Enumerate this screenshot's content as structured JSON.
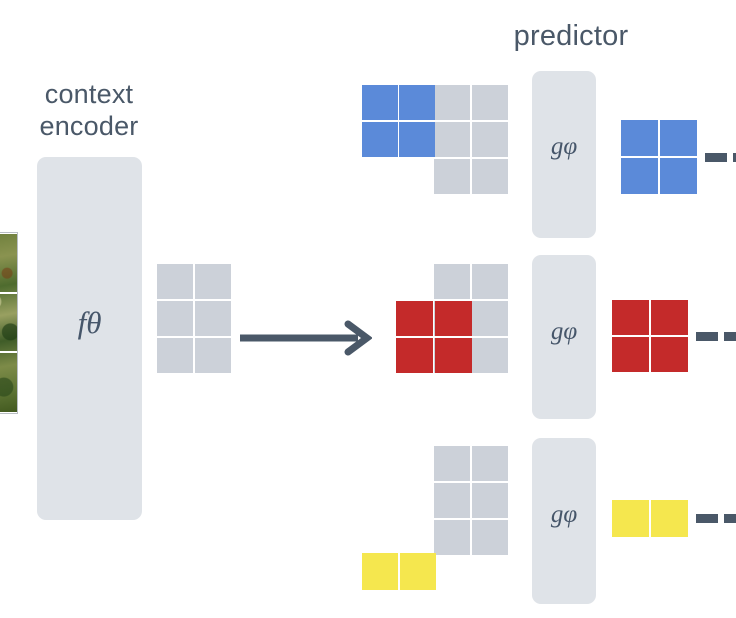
{
  "diagram": {
    "title_labels": {
      "context_encoder": "context\nencoder",
      "predictor": "predictor"
    },
    "encoder": {
      "name": "context-encoder",
      "math_label": "fθ"
    },
    "predictors": [
      {
        "name": "predictor-top",
        "math_label": "gφ"
      },
      {
        "name": "predictor-middle",
        "math_label": "gφ"
      },
      {
        "name": "predictor-bottom",
        "math_label": "gφ"
      }
    ],
    "colors": {
      "gray_patch": "#ccd1d9",
      "blue_patch": "#5b8ad9",
      "red_patch": "#c42a2a",
      "yellow_patch": "#f5e74e",
      "block_fill": "#dfe3e8",
      "text": "#4a5868",
      "arrow": "#4a5868",
      "background": "#ffffff"
    },
    "context_grid": {
      "name": "context-token-grid",
      "rows": 3,
      "cols": 2,
      "fill": "gray"
    },
    "targets": [
      {
        "name": "target-blue",
        "color_key": "blue_patch",
        "mask_rows": 2,
        "mask_cols": 2,
        "context_rows": 3,
        "context_cols": 2,
        "output_rows": 2,
        "output_cols": 2,
        "dashes": 2
      },
      {
        "name": "target-red",
        "color_key": "red_patch",
        "mask_rows": 2,
        "mask_cols": 2,
        "context_rows": 3,
        "context_cols": 2,
        "output_rows": 2,
        "output_cols": 2,
        "dashes": 2
      },
      {
        "name": "target-yellow",
        "color_key": "yellow_patch",
        "mask_rows": 1,
        "mask_cols": 2,
        "context_rows": 3,
        "context_cols": 2,
        "output_rows": 1,
        "output_cols": 2,
        "dashes": 2
      }
    ],
    "arrow": {
      "name": "flow-arrow",
      "direction": "right"
    },
    "thumbnail": {
      "name": "input-image-thumbnail",
      "clipped": true
    }
  }
}
